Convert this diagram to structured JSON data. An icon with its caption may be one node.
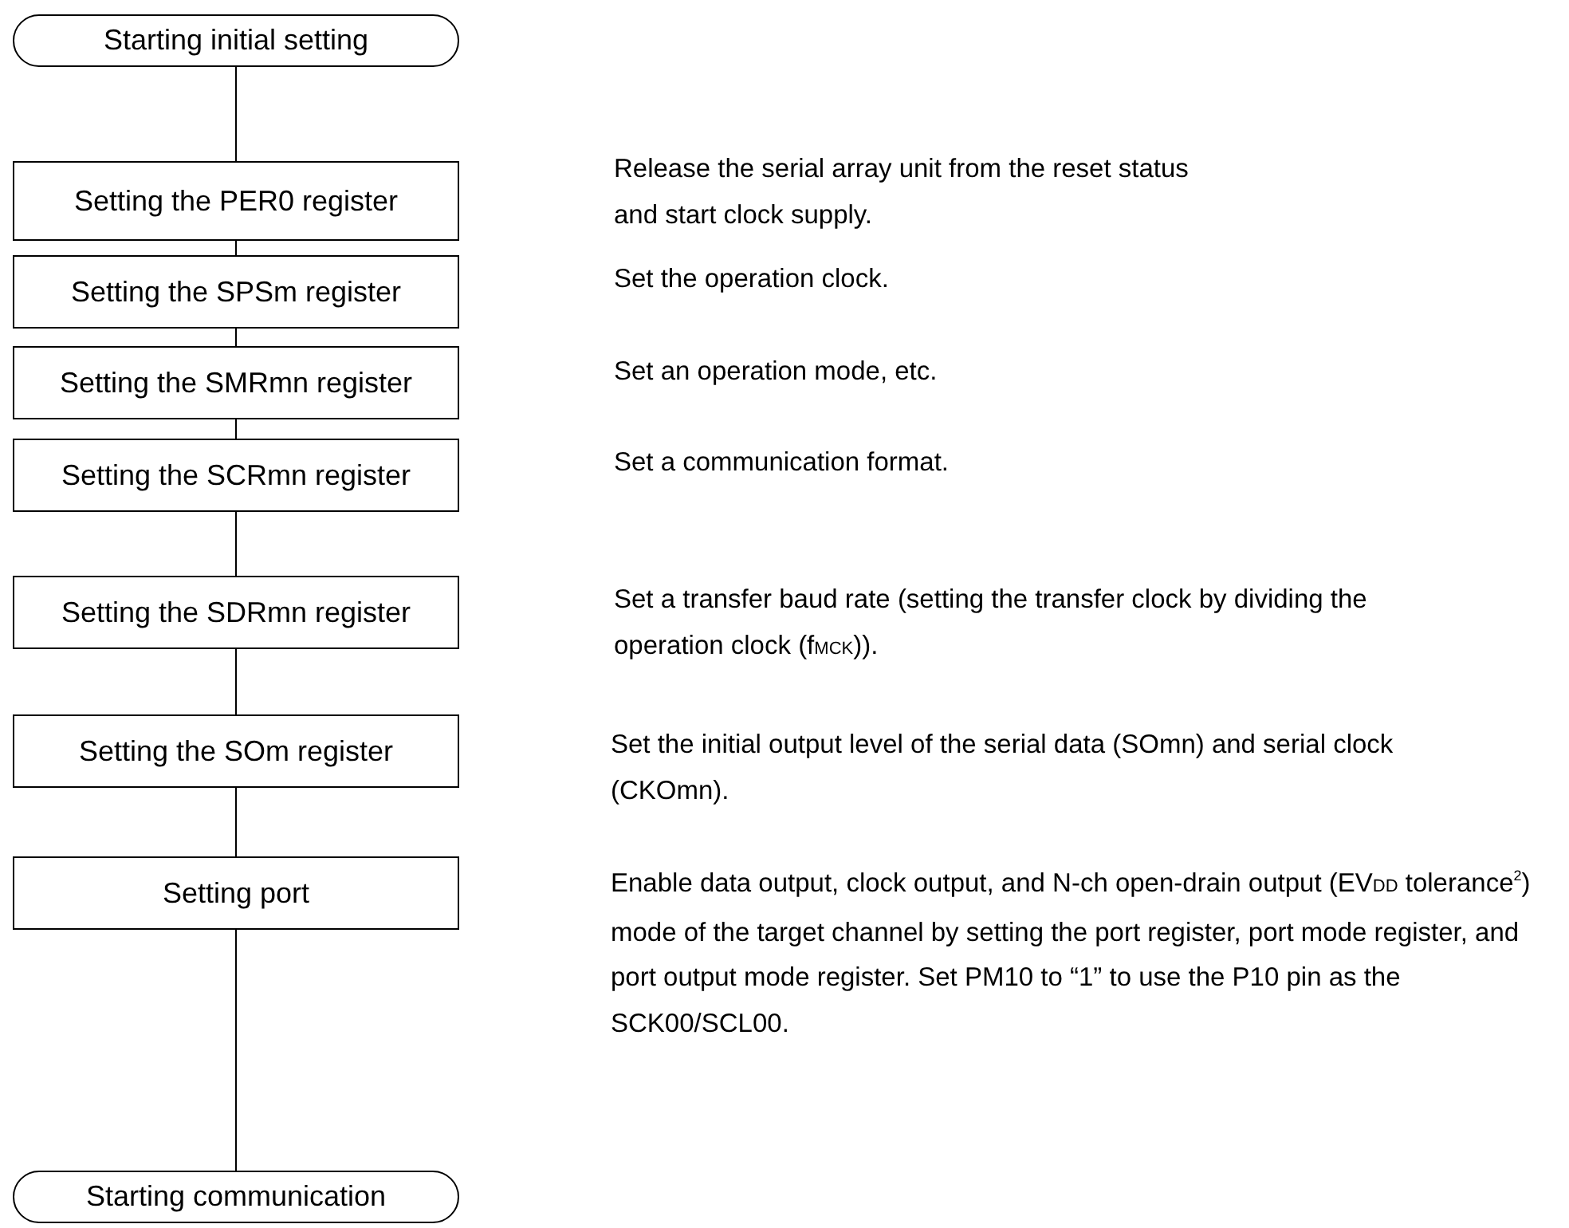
{
  "diagram": {
    "nodes": [
      {
        "text": [
          "Starting initial setting"
        ]
      },
      {
        "text": [
          "Setting the PER0 register"
        ]
      },
      {
        "text": [
          "Setting the SPSm register"
        ]
      },
      {
        "text": [
          "Setting the SMRmn register"
        ]
      },
      {
        "text": [
          "Setting the SCRmn register"
        ]
      },
      {
        "text": [
          "Setting the SDRmn register"
        ]
      },
      {
        "text": [
          "Setting the SOm register"
        ]
      },
      {
        "text": [
          "Setting port"
        ]
      },
      {
        "text": [
          "Starting communication"
        ]
      }
    ],
    "edges": [
      {
        "from": 0,
        "to": 1,
        "arrow": "none"
      },
      {
        "from": 1,
        "to": 2,
        "arrow": "none"
      },
      {
        "from": 2,
        "to": 3,
        "arrow": "none"
      },
      {
        "from": 3,
        "to": 4,
        "arrow": "none"
      },
      {
        "from": 4,
        "to": 5,
        "arrow": "none"
      },
      {
        "from": 5,
        "to": 6,
        "arrow": "none"
      },
      {
        "from": 6,
        "to": 7,
        "arrow": "none"
      },
      {
        "from": 7,
        "to": 8,
        "arrow": "none"
      }
    ],
    "labels": [
      "Release the serial array unit from the reset status and start clock supply.",
      "Set the operation clock.",
      "Set an operation mode, etc.",
      "Set a communication format.",
      "Set a transfer baud rate (setting the transfer clock by dividing the operation clock (f$_{MCK}$)).",
      "Set the initial output level of the serial data (SOmn) and serial clock (CKOmn).",
      "Enable data output, clock output, and N-ch open-drain output (EV$_{DD}$ tolerance$^{2}$) mode of the target channel by setting the port register, port mode register, and port output mode register. Set PM10 to “1” to use the P10 pin as the SCK00/SCL00."
    ]
  }
}
